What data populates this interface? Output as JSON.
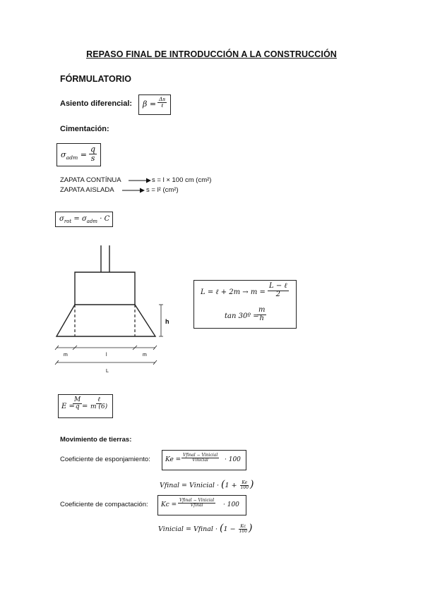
{
  "title": "REPASO FINAL DE INTRODUCCIÓN A LA CONSTRUCCIÓN",
  "section_formulario": "FÓRMULATORIO",
  "asiento": {
    "label": "Asiento diferencial:",
    "lhs": "β =",
    "num": "Δs",
    "den": "ℓ"
  },
  "cimentacion": {
    "label": "Cimentación:",
    "sigma_adm": {
      "lhs": "σ",
      "sub": "adm",
      "eq": " = ",
      "num": "q",
      "den": "s"
    },
    "zapata_continua": {
      "label": "ZAPATA CONTÍNUA",
      "formula": "s = l × 100 cm (cm²)"
    },
    "zapata_aislada": {
      "label": "ZAPATA AISLADA",
      "formula": "s = l² (cm²)"
    },
    "sigma_rot": {
      "lhs": "σ",
      "lhs_sub": "rot",
      "eq": " = ",
      "rhs": "σ",
      "rhs_sub": "adm",
      "tail": " · C"
    }
  },
  "diagram": {
    "label_h": "h",
    "label_m_left": "m",
    "label_l": "l",
    "label_m_right": "m",
    "label_L": "L"
  },
  "geometry_box": {
    "line1_left": "L = ℓ + 2m →  m =",
    "line1_num": "L − ℓ",
    "line1_den": "2",
    "line2_left": "tan 30º =",
    "line2_num": "m",
    "line2_den": "h"
  },
  "excentricidad": {
    "lhs": "E =",
    "num1": "M",
    "den1": "q",
    "eq": " = ",
    "num2": "ℓ",
    "den2": "m (6)"
  },
  "movimiento": {
    "label": "Movimiento de tierras:",
    "esponjamiento": {
      "label": "Coeficiente de esponjamiento:",
      "lhs": "Ke =",
      "num": "Vfinal − Vinicial",
      "den": "Vinicial",
      "tail": " · 100",
      "line2_left": "Vfinal  =  Vinicial  ·",
      "line2_paren_open": "(",
      "line2_one": "1  + ",
      "line2_num": "Ke",
      "line2_den": "100",
      "line2_paren_close": ")"
    },
    "compactacion": {
      "label": "Coeficiente de compactación:",
      "lhs": "Kc =",
      "num": "Vfinal − Vinicial",
      "den": "Vfinal",
      "tail": " · 100",
      "line2_left": "Vinicial  =  Vfinal  ·",
      "line2_paren_open": "(",
      "line2_one": "1  − ",
      "line2_num": "Kc",
      "line2_den": "100",
      "line2_paren_close": ")"
    }
  }
}
